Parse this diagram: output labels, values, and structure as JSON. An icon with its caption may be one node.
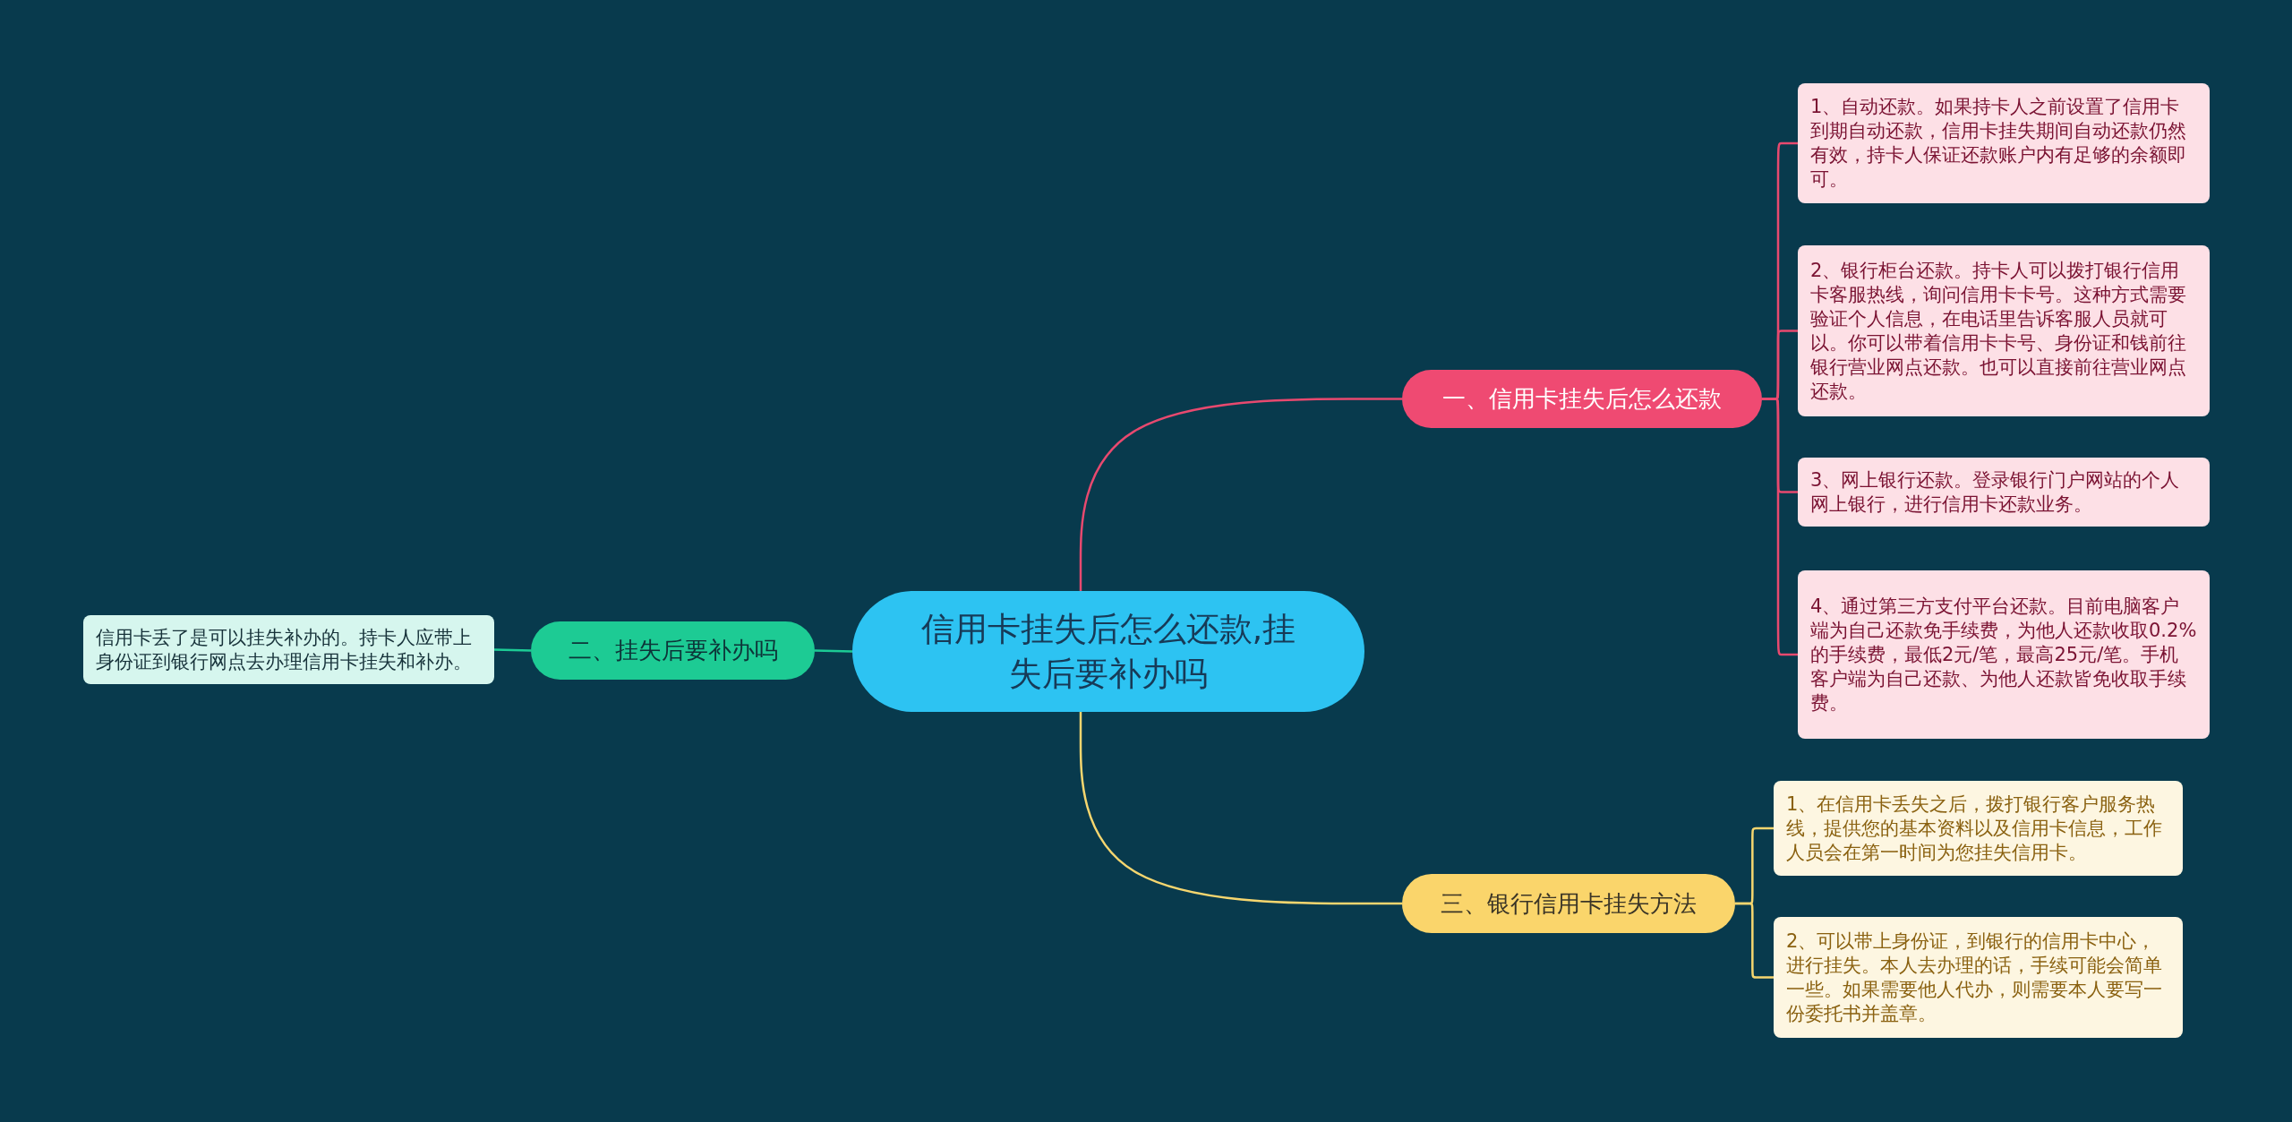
{
  "diagram": {
    "nodes": [
      {
        "text": [
          "信用卡挂失后怎么还款,挂失后要补办吗"
        ]
      },
      {
        "text": [
          "一、信用卡挂失后怎么还款"
        ]
      },
      {
        "text": [
          "1、自动还款。如果持卡人之前设置了信用卡到期自动还款，信用卡挂失期间自动还款仍然有效，持卡人保证还款账户内有足够的余额即可。"
        ]
      },
      {
        "text": [
          "2、银行柜台还款。持卡人可以拨打银行信用卡客服热线，询问信用卡卡号。这种方式需要验证个人信息，在电话里告诉客服人员就可以。你可以带着信用卡卡号、身份证和钱前往银行营业网点还款。也可以直接前往营业网点还款。"
        ]
      },
      {
        "text": [
          "3、网上银行还款。登录银行门户网站的个人网上银行，进行信用卡还款业务。"
        ]
      },
      {
        "text": [
          "4、通过第三方支付平台还款。目前电脑客户端为自己还款免手续费，为他人还款收取0.2%的手续费，最低2元/笔，最高25元/笔。手机客户端为自己还款、为他人还款皆免收取手续费。"
        ]
      },
      {
        "text": [
          "二、挂失后要补办吗"
        ]
      },
      {
        "text": [
          "信用卡丢了是可以挂失补办的。持卡人应带上身份证到银行网点去办理信用卡挂失和补办。"
        ]
      },
      {
        "text": [
          "三、银行信用卡挂失方法"
        ]
      },
      {
        "text": [
          "1、在信用卡丢失之后，拨打银行客户服务热线，提供您的基本资料以及信用卡信息，工作人员会在第一时间为您挂失信用卡。"
        ]
      },
      {
        "text": [
          "2、可以带上身份证，到银行的信用卡中心，进行挂失。本人去办理的话，手续可能会简单一些。如果需要他人代办，则需要本人要写一份委托书并盖章。"
        ]
      }
    ],
    "edges": [
      {
        "from": 0,
        "to": 1,
        "arrow": "none",
        "color": "#e8496f"
      },
      {
        "from": 1,
        "to": 2,
        "arrow": "none",
        "color": "#e8496f"
      },
      {
        "from": 1,
        "to": 3,
        "arrow": "none",
        "color": "#e8496f"
      },
      {
        "from": 1,
        "to": 4,
        "arrow": "none",
        "color": "#e8496f"
      },
      {
        "from": 1,
        "to": 5,
        "arrow": "none",
        "color": "#e8496f"
      },
      {
        "from": 0,
        "to": 6,
        "arrow": "none",
        "color": "#1ccb95"
      },
      {
        "from": 6,
        "to": 7,
        "arrow": "none",
        "color": "#1ccb95"
      },
      {
        "from": 0,
        "to": 8,
        "arrow": "none",
        "color": "#f6d66f"
      },
      {
        "from": 8,
        "to": 9,
        "arrow": "none",
        "color": "#f6d66f"
      },
      {
        "from": 8,
        "to": 10,
        "arrow": "none",
        "color": "#f6d66f"
      }
    ]
  }
}
